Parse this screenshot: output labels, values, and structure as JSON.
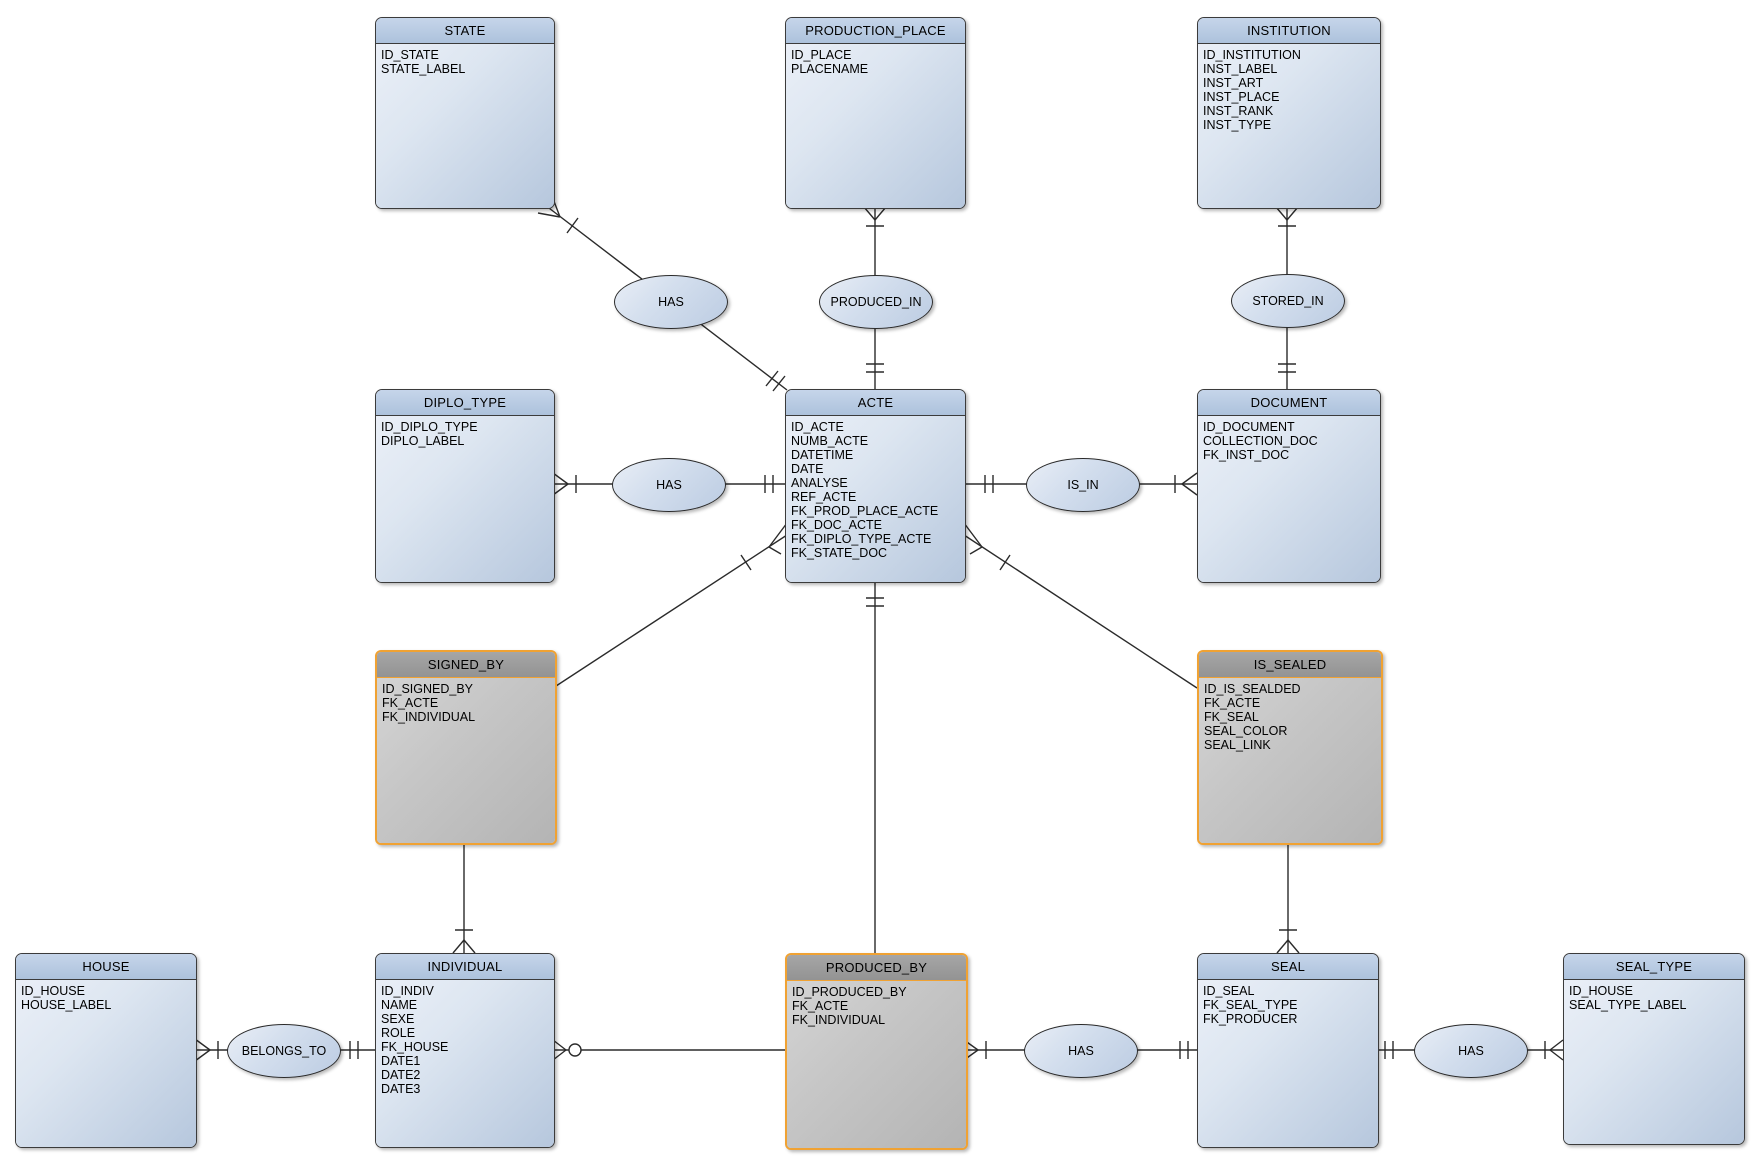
{
  "diagram": {
    "colors": {
      "entity_header_blue": "#bccfe6",
      "entity_body_blue": "#d9e2ef",
      "junction_header_gray": "#9b9b9b",
      "junction_body_gray": "#c4c4c4",
      "junction_border_orange": "#f0a233",
      "line_color": "#2b2b2b"
    },
    "entities": [
      {
        "title": "STATE",
        "attributes": [
          "ID_STATE",
          "STATE_LABEL"
        ]
      },
      {
        "title": "PRODUCTION_PLACE",
        "attributes": [
          "ID_PLACE",
          "PLACENAME"
        ]
      },
      {
        "title": "INSTITUTION",
        "attributes": [
          "ID_INSTITUTION",
          "INST_LABEL",
          "INST_ART",
          "INST_PLACE",
          "INST_RANK",
          "INST_TYPE"
        ]
      },
      {
        "title": "DIPLO_TYPE",
        "attributes": [
          "ID_DIPLO_TYPE",
          "DIPLO_LABEL"
        ]
      },
      {
        "title": "ACTE",
        "attributes": [
          "ID_ACTE",
          "NUMB_ACTE",
          "DATETIME",
          "DATE",
          "ANALYSE",
          "REF_ACTE",
          "FK_PROD_PLACE_ACTE",
          "FK_DOC_ACTE",
          "FK_DIPLO_TYPE_ACTE",
          "FK_STATE_DOC"
        ]
      },
      {
        "title": "DOCUMENT",
        "attributes": [
          "ID_DOCUMENT",
          "COLLECTION_DOC",
          "FK_INST_DOC"
        ]
      },
      {
        "title": "SIGNED_BY",
        "attributes": [
          "ID_SIGNED_BY",
          "FK_ACTE",
          "FK_INDIVIDUAL"
        ]
      },
      {
        "title": "IS_SEALED",
        "attributes": [
          "ID_IS_SEALDED",
          "FK_ACTE",
          "FK_SEAL",
          "SEAL_COLOR",
          "SEAL_LINK"
        ]
      },
      {
        "title": "HOUSE",
        "attributes": [
          "ID_HOUSE",
          "HOUSE_LABEL"
        ]
      },
      {
        "title": "INDIVIDUAL",
        "attributes": [
          "ID_INDIV",
          "NAME",
          "SEXE",
          "ROLE",
          "FK_HOUSE",
          "DATE1",
          "DATE2",
          "DATE3"
        ]
      },
      {
        "title": "PRODUCED_BY",
        "attributes": [
          "ID_PRODUCED_BY",
          "FK_ACTE",
          "FK_INDIVIDUAL"
        ]
      },
      {
        "title": "SEAL",
        "attributes": [
          "ID_SEAL",
          "FK_SEAL_TYPE",
          "FK_PRODUCER"
        ]
      },
      {
        "title": "SEAL_TYPE",
        "attributes": [
          "ID_HOUSE",
          "SEAL_TYPE_LABEL"
        ]
      }
    ],
    "relationships": [
      {
        "label": "HAS"
      },
      {
        "label": "PRODUCED_IN"
      },
      {
        "label": "STORED_IN"
      },
      {
        "label": "HAS"
      },
      {
        "label": "IS_IN"
      },
      {
        "label": "BELONGS_TO"
      },
      {
        "label": "HAS"
      },
      {
        "label": "HAS"
      }
    ]
  }
}
